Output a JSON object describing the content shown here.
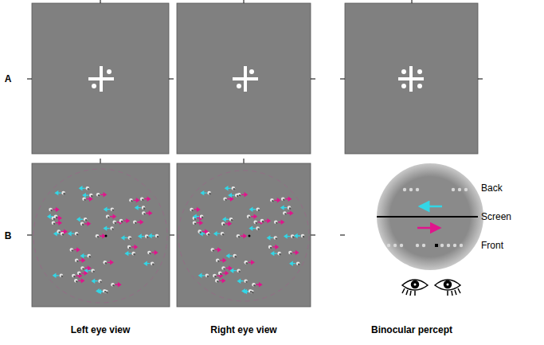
{
  "diagram": {
    "labels": [
      "A",
      "B",
      "Left eye view",
      "Right eye view",
      "Binocular percept",
      "Back",
      "Screen",
      "Front"
    ]
  }
}
